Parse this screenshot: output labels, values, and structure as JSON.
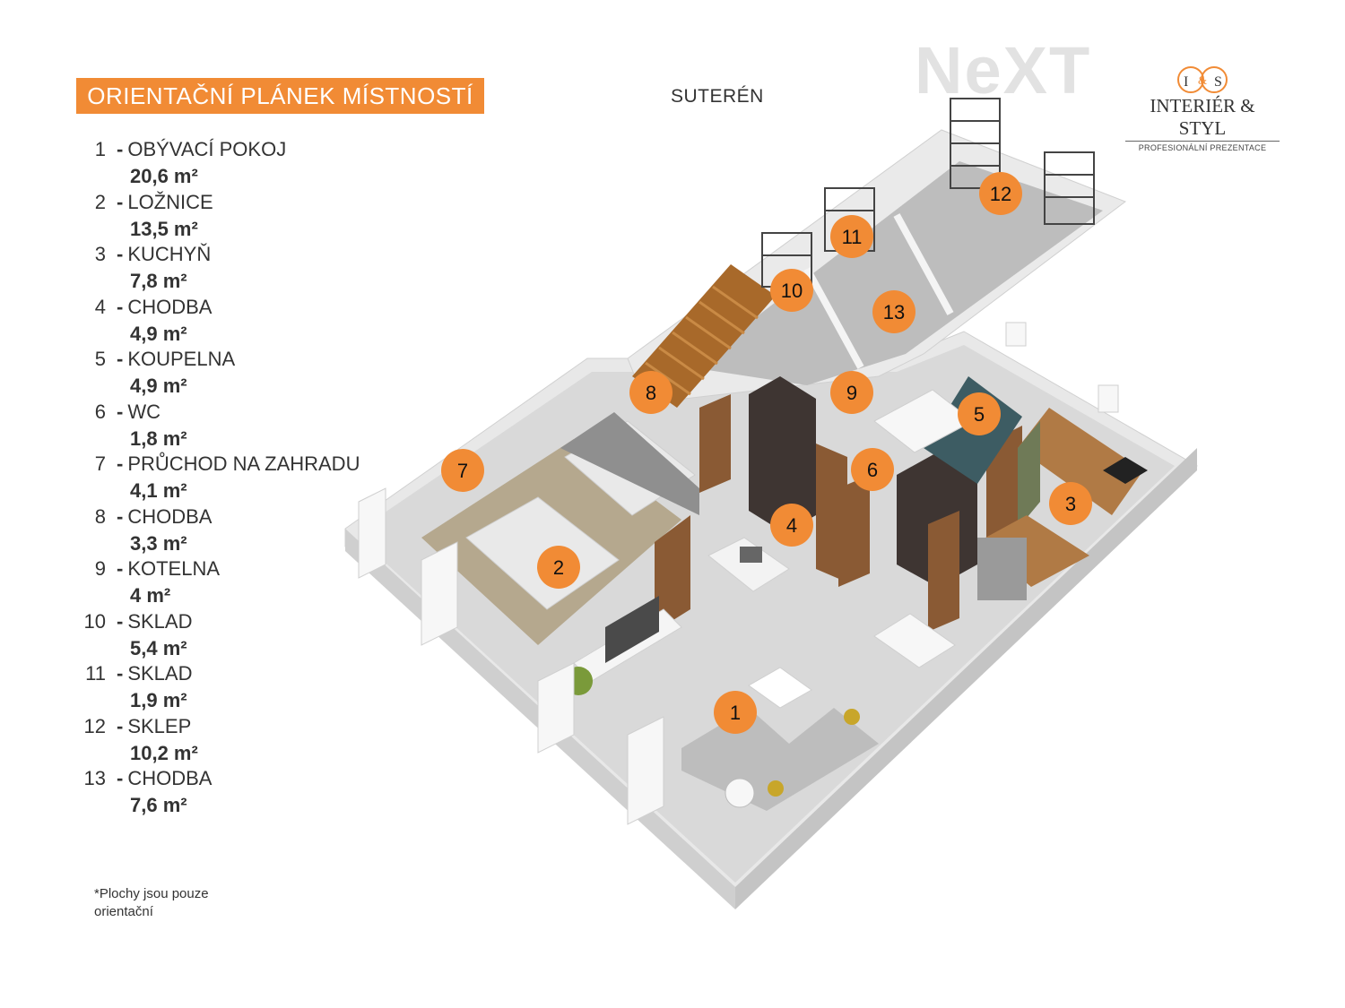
{
  "title": "ORIENTAČNÍ PLÁNEK MÍSTNOSTÍ",
  "floor": "SUTERÉN",
  "logo_next": "NeXT",
  "logo_is": {
    "mark": "I & S",
    "name": "INTERIÉR & STYL",
    "tagline": "PROFESIONÁLNÍ PREZENTACE"
  },
  "rooms": [
    {
      "num": "1",
      "name": "OBÝVACÍ POKOJ",
      "area": "20,6 m²"
    },
    {
      "num": "2",
      "name": "LOŽNICE",
      "area": "13,5 m²"
    },
    {
      "num": "3",
      "name": "KUCHYŇ",
      "area": "7,8 m²"
    },
    {
      "num": "4",
      "name": "CHODBA",
      "area": "4,9 m²"
    },
    {
      "num": "5",
      "name": "KOUPELNA",
      "area": "4,9 m²"
    },
    {
      "num": "6",
      "name": "WC",
      "area": "1,8 m²"
    },
    {
      "num": "7",
      "name": "PRŮCHOD NA ZAHRADU",
      "area": "4,1 m²"
    },
    {
      "num": "8",
      "name": "CHODBA",
      "area": "3,3 m²"
    },
    {
      "num": "9",
      "name": "KOTELNA",
      "area": "4 m²"
    },
    {
      "num": "10",
      "name": "SKLAD",
      "area": "5,4 m²"
    },
    {
      "num": "11",
      "name": "SKLAD",
      "area": "1,9 m²"
    },
    {
      "num": "12",
      "name": "SKLEP",
      "area": "10,2 m²"
    },
    {
      "num": "13",
      "name": "CHODBA",
      "area": "7,6 m²"
    }
  ],
  "footnote": "*Plochy jsou pouze orientační",
  "colors": {
    "accent": "#f18b35",
    "wall": "#f2f2f2",
    "floor": "#dcdcdc",
    "door": "#8a5a34"
  }
}
